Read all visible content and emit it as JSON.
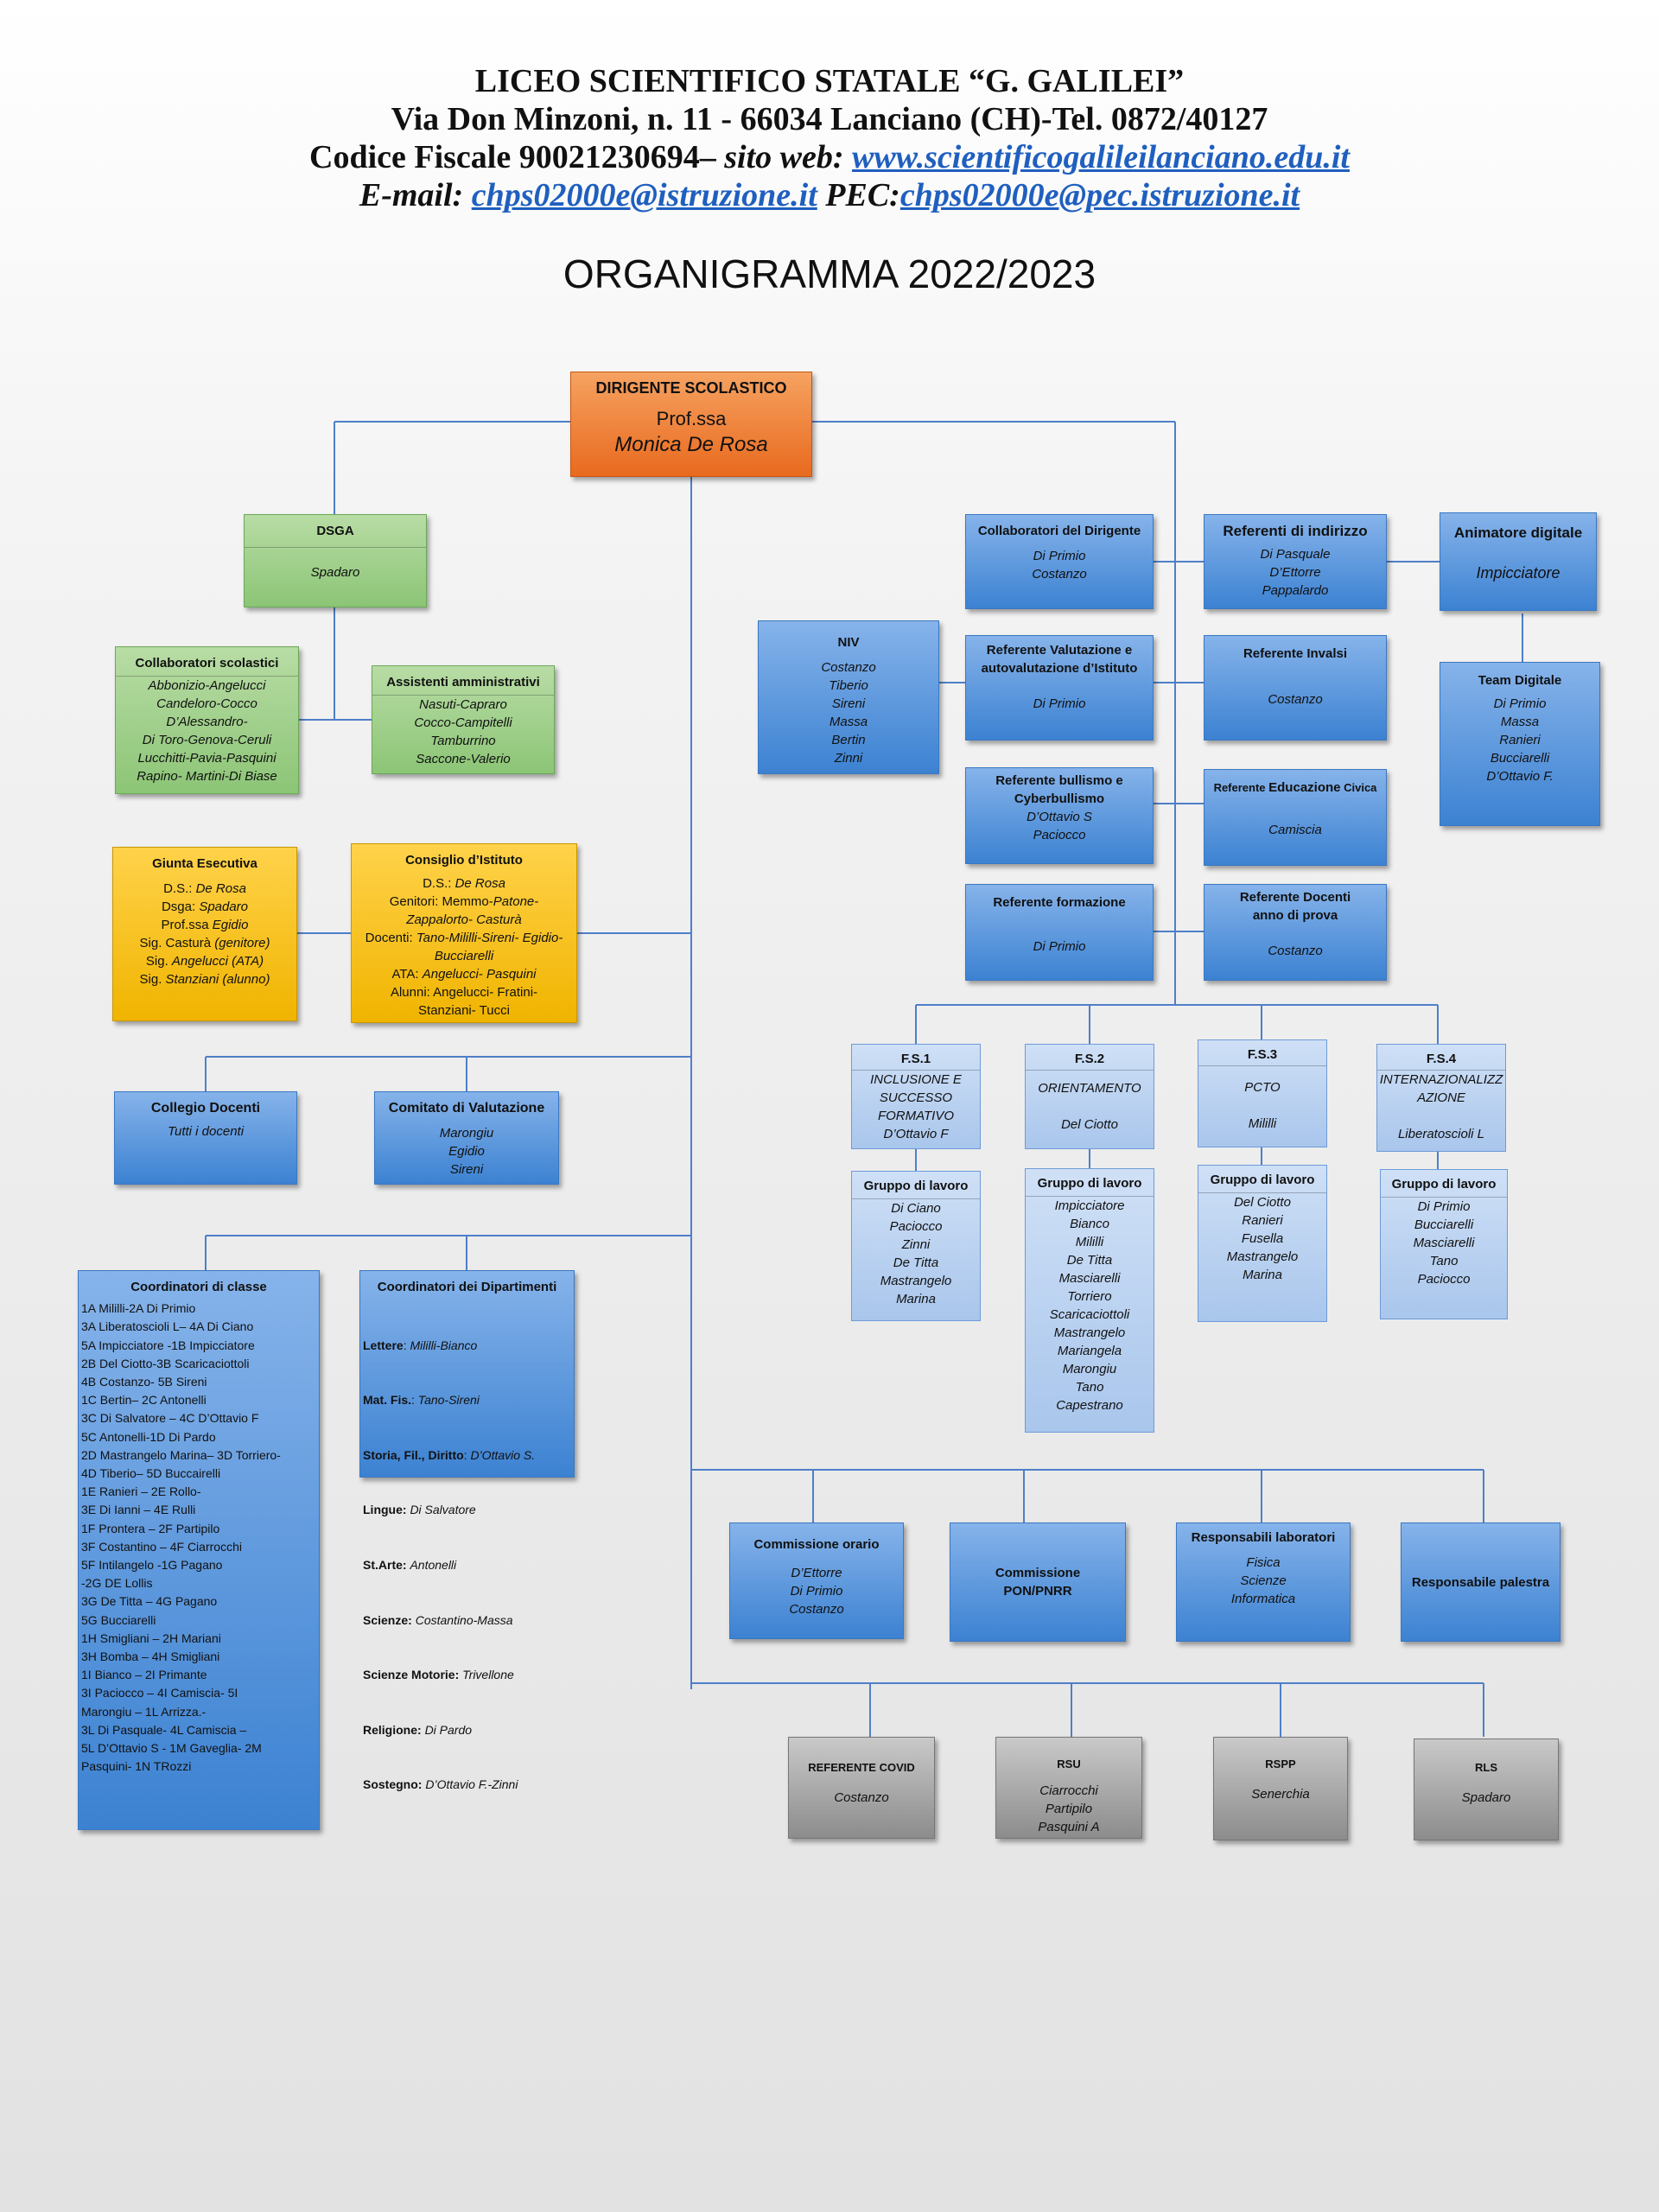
{
  "header": {
    "line1": "LICEO SCIENTIFICO STATALE “G. GALILEI”",
    "line2": "Via Don Minzoni, n. 11 - 66034 Lanciano (CH)-Tel. 0872/40127",
    "line3_prefix": "Codice Fiscale  90021230694– ",
    "line3_label": "sito web: ",
    "line3_link": "www.scientificogalileilanciano.edu.it",
    "line4_label": "E-mail: ",
    "line4_email": "chps02000e@istruzione.it",
    "line4_pec_label": " PEC:",
    "line4_pec": "chps02000e@pec.istruzione.it"
  },
  "title": "ORGANIGRAMMA 2022/2023",
  "dirigente": {
    "title": "DIRIGENTE SCOLASTICO",
    "line1": "Prof.ssa",
    "name": "Monica De Rosa"
  },
  "dsga": {
    "title": "DSGA",
    "name": "Spadaro"
  },
  "collaboratori_scolastici": {
    "title": "Collaboratori scolastici",
    "names": [
      "Abbonizio-Angelucci",
      "Candeloro-Cocco",
      "D’Alessandro-",
      "Di Toro-Genova-Ceruli",
      "Lucchitti-Pavia-Pasquini",
      "Rapino- Martini-Di Biase"
    ]
  },
  "assistenti": {
    "title": "Assistenti amministrativi",
    "names": [
      "Nasuti-Capraro",
      "Cocco-Campitelli",
      "Tamburrino",
      "Saccone-Valerio"
    ]
  },
  "giunta": {
    "title": "Giunta Esecutiva",
    "lines": [
      {
        "a": "D.S.: ",
        "b": "De Rosa"
      },
      {
        "a": "Dsga: ",
        "b": "Spadaro"
      },
      {
        "a": "Prof.ssa ",
        "b": "Egidio"
      },
      {
        "a": "Sig. Casturà ",
        "b": "(genitore)"
      },
      {
        "a": "Sig. ",
        "b": "Angelucci (ATA)"
      },
      {
        "a": "Sig. ",
        "b": "Stanziani (alunno)"
      }
    ]
  },
  "consiglio": {
    "title": "Consiglio d’Istituto",
    "lines": [
      {
        "a": "D.S.: ",
        "b": "De Rosa"
      },
      {
        "a": "Genitori: Memmo-",
        "b": "Patone-"
      },
      {
        "a": "",
        "b": "Zappalorto- Casturà"
      },
      {
        "a": "Docenti: ",
        "b": "Tano-Mililli-Sireni- Egidio-"
      },
      {
        "a": "",
        "b": "Bucciarelli"
      },
      {
        "a": "ATA: ",
        "b": "Angelucci- Pasquini"
      },
      {
        "a": "Alunni: Angelucci- Fratini-",
        "b": ""
      },
      {
        "a": "Stanziani- Tucci",
        "b": ""
      }
    ]
  },
  "collegio": {
    "title": "Collegio Docenti",
    "text": "Tutti i docenti"
  },
  "comitato": {
    "title": "Comitato di Valutazione",
    "names": [
      "Marongiu",
      "Egidio",
      "Sireni"
    ]
  },
  "coordinatori_classe": {
    "title": "Coordinatori di classe",
    "rows": [
      "1A Mililli-2A Di Primio",
      "3A Liberatoscioli L– 4A Di Ciano",
      "5A Impicciatore -1B Impicciatore",
      "2B Del Ciotto-3B Scaricaciottoli",
      "4B Costanzo- 5B Sireni",
      "1C Bertin– 2C Antonelli",
      "3C Di Salvatore – 4C D’Ottavio F",
      "5C Antonelli-1D Di Pardo",
      "2D Mastrangelo Marina– 3D Torriero-",
      "4D Tiberio– 5D Buccairelli",
      "1E Ranieri – 2E Rollo-",
      "3E Di Ianni – 4E Rulli",
      "1F Prontera – 2F Partipilo",
      "3F Costantino – 4F Ciarrocchi",
      "5F Intilangelo -1G Pagano",
      "-2G DE Lollis",
      "3G De Titta – 4G Pagano",
      "5G Bucciarelli",
      "1H Smigliani – 2H Mariani",
      "3H Bomba – 4H Smigliani",
      "1I Bianco – 2I Primante",
      "3I Paciocco – 4I Camiscia- 5I",
      "Marongiu – 1L  Arrizza.-",
      "3L Di Pasquale- 4L Camiscia –",
      "5L D’Ottavio S - 1M Gaveglia- 2M",
      "Pasquini- 1N TRozzi"
    ]
  },
  "coordinatori_dipartimenti": {
    "title": "Coordinatori dei Dipartimenti",
    "rows": [
      {
        "k": "Lettere",
        "sep": ":     ",
        "v": "Mililli-Bianco"
      },
      {
        "k": "Mat. Fis.",
        "sep": ":    ",
        "v": "Tano-Sireni"
      },
      {
        "k": "Storia, Fil., Diritto",
        "sep": ": ",
        "v": "D’Ottavio S."
      },
      {
        "k": "Lingue:",
        "sep": "      ",
        "v": "Di Salvatore"
      },
      {
        "k": "St.Arte:",
        "sep": "     ",
        "v": "Antonelli"
      },
      {
        "k": "Scienze:",
        "sep": "     ",
        "v": "Costantino-Massa"
      },
      {
        "k": "Scienze Motorie:",
        "sep": " ",
        "v": "Trivellone"
      },
      {
        "k": "Religione:",
        "sep": "     ",
        "v": "Di Pardo"
      },
      {
        "k": "Sostegno:",
        "sep": "    ",
        "v": "D’Ottavio F.-Zinni"
      }
    ]
  },
  "collaboratori_dirigente": {
    "title": "Collaboratori del Dirigente",
    "names": [
      "Di  Primio",
      "Costanzo"
    ]
  },
  "referenti_indirizzo": {
    "title": "Referenti di indirizzo",
    "names": [
      "Di Pasquale",
      "D’Ettorre",
      "Pappalardo"
    ]
  },
  "animatore": {
    "title": "Animatore digitale",
    "name": "Impicciatore"
  },
  "niv": {
    "title": "NIV",
    "names": [
      "Costanzo",
      "Tiberio",
      "Sireni",
      "Massa",
      "Bertin",
      "Zinni"
    ]
  },
  "ref_valutazione": {
    "title1": "Referente Valutazione e",
    "title2": "autovalutazione d’Istituto",
    "name": "Di Primio"
  },
  "ref_invalsi": {
    "title": "Referente Invalsi",
    "name": "Costanzo"
  },
  "team_digitale": {
    "title": "Team Digitale",
    "names": [
      "Di Primio",
      "Massa",
      "Ranieri",
      "Bucciarelli",
      "D’Ottavio F."
    ]
  },
  "ref_bullismo": {
    "title1": "Referente bullismo e",
    "title2": "Cyberbullismo",
    "names": [
      "D’Ottavio S",
      "Paciocco"
    ]
  },
  "ref_civica": {
    "title_a": "Referente ",
    "title_b": "Educazione",
    "title_c": " Civica",
    "name": "Camiscia"
  },
  "ref_formazione": {
    "title": "Referente formazione",
    "name": "Di Primio"
  },
  "ref_docenti_prova": {
    "title1": "Referente Docenti",
    "title2": "anno di prova",
    "name": "Costanzo"
  },
  "fs": [
    {
      "title": "F.S.1",
      "lines": [
        "INCLUSIONE E",
        "SUCCESSO",
        "FORMATIVO",
        "D’Ottavio F"
      ],
      "group_title": "Gruppo di lavoro",
      "group": [
        "Di Ciano",
        "Paciocco",
        "Zinni",
        "De Titta",
        "Mastrangelo",
        "Marina"
      ]
    },
    {
      "title": "F.S.2",
      "lines": [
        "ORIENTAMENTO",
        "",
        "Del Ciotto"
      ],
      "group_title": "Gruppo di lavoro",
      "group": [
        "Impicciatore",
        "Bianco",
        "Mililli",
        "De Titta",
        "Masciarelli",
        "Torriero",
        "Scaricaciottoli",
        "Mastrangelo",
        "Mariangela",
        "Marongiu",
        "Tano",
        "Capestrano"
      ]
    },
    {
      "title": "F.S.3",
      "lines": [
        "PCTO",
        "",
        "Mililli"
      ],
      "group_title": "Gruppo di lavoro",
      "group": [
        "Del Ciotto",
        "Ranieri",
        "Fusella",
        "Mastrangelo",
        "Marina"
      ]
    },
    {
      "title": "F.S.4",
      "lines": [
        "INTERNAZIONALIZZ",
        "AZIONE",
        "",
        "Liberatoscioli L"
      ],
      "group_title": "Gruppo di lavoro",
      "group": [
        "Di Primio",
        "Bucciarelli",
        "Masciarelli",
        "Tano",
        "Paciocco"
      ]
    }
  ],
  "commissioni": [
    {
      "title": "Commissione orario",
      "names": [
        "D’Ettorre",
        "Di Primio",
        "Costanzo"
      ]
    },
    {
      "title": "Commissione PON/PNRR",
      "names": []
    },
    {
      "title": "Responsabili laboratori",
      "names": [
        "Fisica",
        "Scienze",
        "Informatica"
      ]
    },
    {
      "title": "Responsabile palestra",
      "names": []
    }
  ],
  "sicurezza": [
    {
      "title": "REFERENTE COVID",
      "names": [
        "Costanzo"
      ]
    },
    {
      "title": "RSU",
      "names": [
        "Ciarrocchi",
        "Partipilo",
        "Pasquini A"
      ]
    },
    {
      "title": "RSPP",
      "names": [
        "Senerchia"
      ]
    },
    {
      "title": "RLS",
      "names": [
        "Spadaro"
      ]
    }
  ],
  "colors": {
    "blue": "#3c82d2",
    "green": "#8cc576",
    "yellow": "#f0b400",
    "orange": "#e86a1e",
    "gray": "#8c8c8c",
    "connector": "#4f7fc8",
    "link": "#1f5fbf"
  }
}
